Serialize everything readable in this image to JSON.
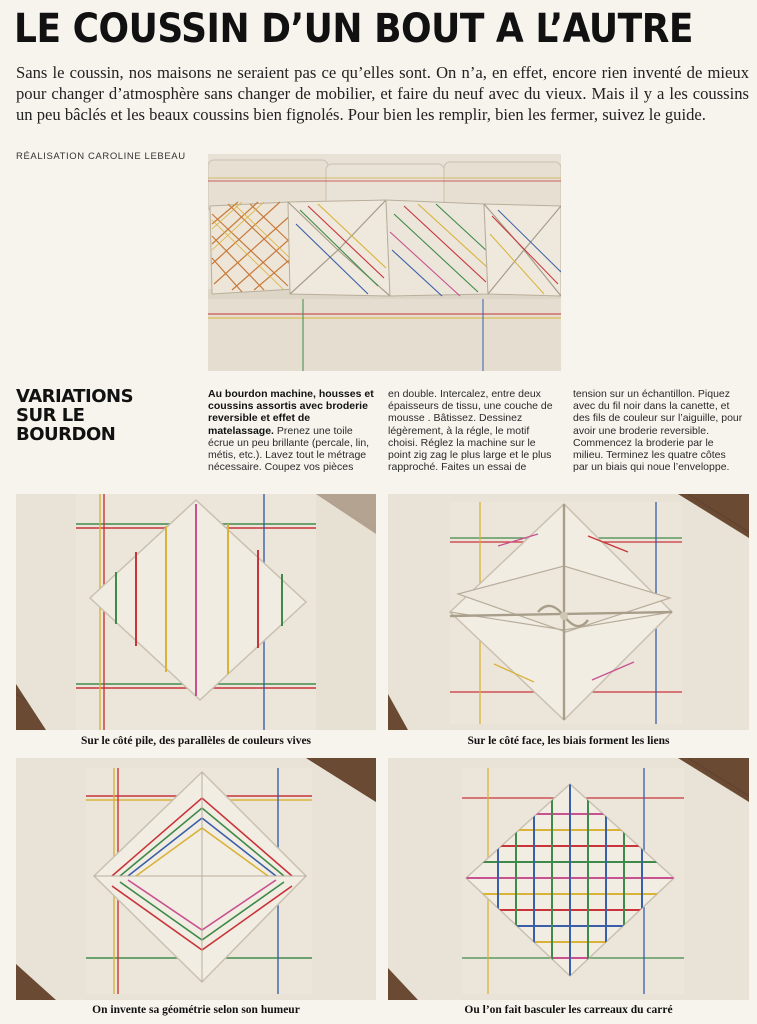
{
  "title": "LE COUSSIN D’UN BOUT A L’AUTRE",
  "intro": "Sans le coussin, nos maisons ne seraient pas ce qu’elles sont. On n’a, en effet, encore rien inventé de mieux pour changer d’atmosphère sans changer de mobilier, et faire du neuf avec du vieux. Mais il y a les coussins un peu bâclés et les beaux coussins bien fignolés. Pour bien les remplir, bien les fermer, suivez le guide.",
  "credit": "RÉALISATION CAROLINE LEBEAU",
  "section": {
    "heading_line1": "VARIATIONS",
    "heading_line2": "SUR LE",
    "heading_line3": "BOURDON",
    "lead": "Au bourdon machine, housses et coussins assortis avec broderie reversible et effet de matelassage.",
    "col1": "Prenez une toile écrue un peu brillante (percale, lin, métis, etc.). Lavez tout le métrage nécessaire. Coupez vos pièces",
    "col2": "en double. Intercalez, entre deux épaisseurs de tissu, une couche de mousse . Bâtissez. Dessinez légèrement, à la régle, le motif choisi. Réglez la machine sur le point zig zag le plus large et le plus rapproché. Faites un essai de",
    "col3": "tension sur un échantillon. Piquez avec du fil noir dans la canette, et des fils de couleur sur l’aiguille, pour avoir une broderie reversible. Commencez la broderie par le milieu. Terminez les quatre côtes par un biais qui noue l’enveloppe."
  },
  "captions": {
    "photo1": "Sur le côté pile, des parallèles de couleurs vives",
    "photo2": "Sur le côté face, les biais forment les liens",
    "photo3": "On invente sa géométrie selon son humeur",
    "photo4": "Ou l’on fait basculer les carreaux du carré"
  },
  "colors": {
    "fabric": "#ece6da",
    "carpet": "#6b4a33",
    "stripe_red": "#c8343a",
    "stripe_yellow": "#d9b23a",
    "stripe_green": "#3f8a4a",
    "stripe_blue": "#3a5fa8",
    "stripe_pink": "#c8518f"
  }
}
